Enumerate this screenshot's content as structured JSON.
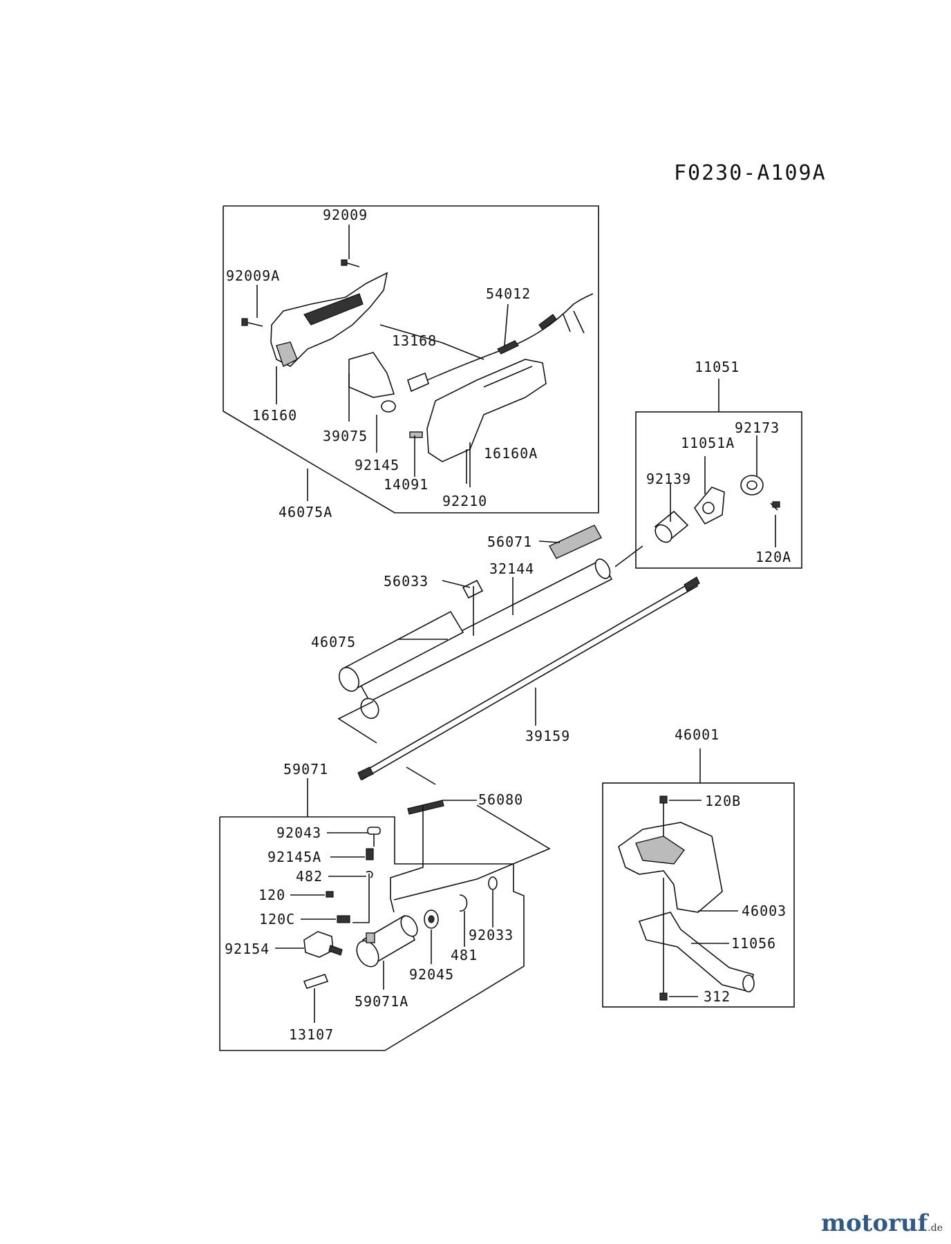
{
  "diagram_code": "F0230-A109A",
  "labels": {
    "p92009": "92009",
    "p92009A": "92009A",
    "p54012": "54012",
    "p13168": "13168",
    "p16160": "16160",
    "p39075": "39075",
    "p92145": "92145",
    "p14091": "14091",
    "p16160A": "16160A",
    "p92210": "92210",
    "p46075A": "46075A",
    "p11051": "11051",
    "p11051A": "11051A",
    "p92173": "92173",
    "p92139": "92139",
    "p120A": "120A",
    "p56071": "56071",
    "p56033": "56033",
    "p32144": "32144",
    "p46075": "46075",
    "p39159": "39159",
    "p46001": "46001",
    "p59071": "59071",
    "p56080": "56080",
    "p120B": "120B",
    "p92043": "92043",
    "p92145A": "92145A",
    "p482": "482",
    "p120": "120",
    "p120C": "120C",
    "p92154": "92154",
    "p46003": "46003",
    "p11056": "11056",
    "p92033": "92033",
    "p481": "481",
    "p92045": "92045",
    "p59071A": "59071A",
    "p312": "312",
    "p13107": "13107"
  },
  "watermark": {
    "brand": "motoruf",
    "tld": ".de"
  }
}
